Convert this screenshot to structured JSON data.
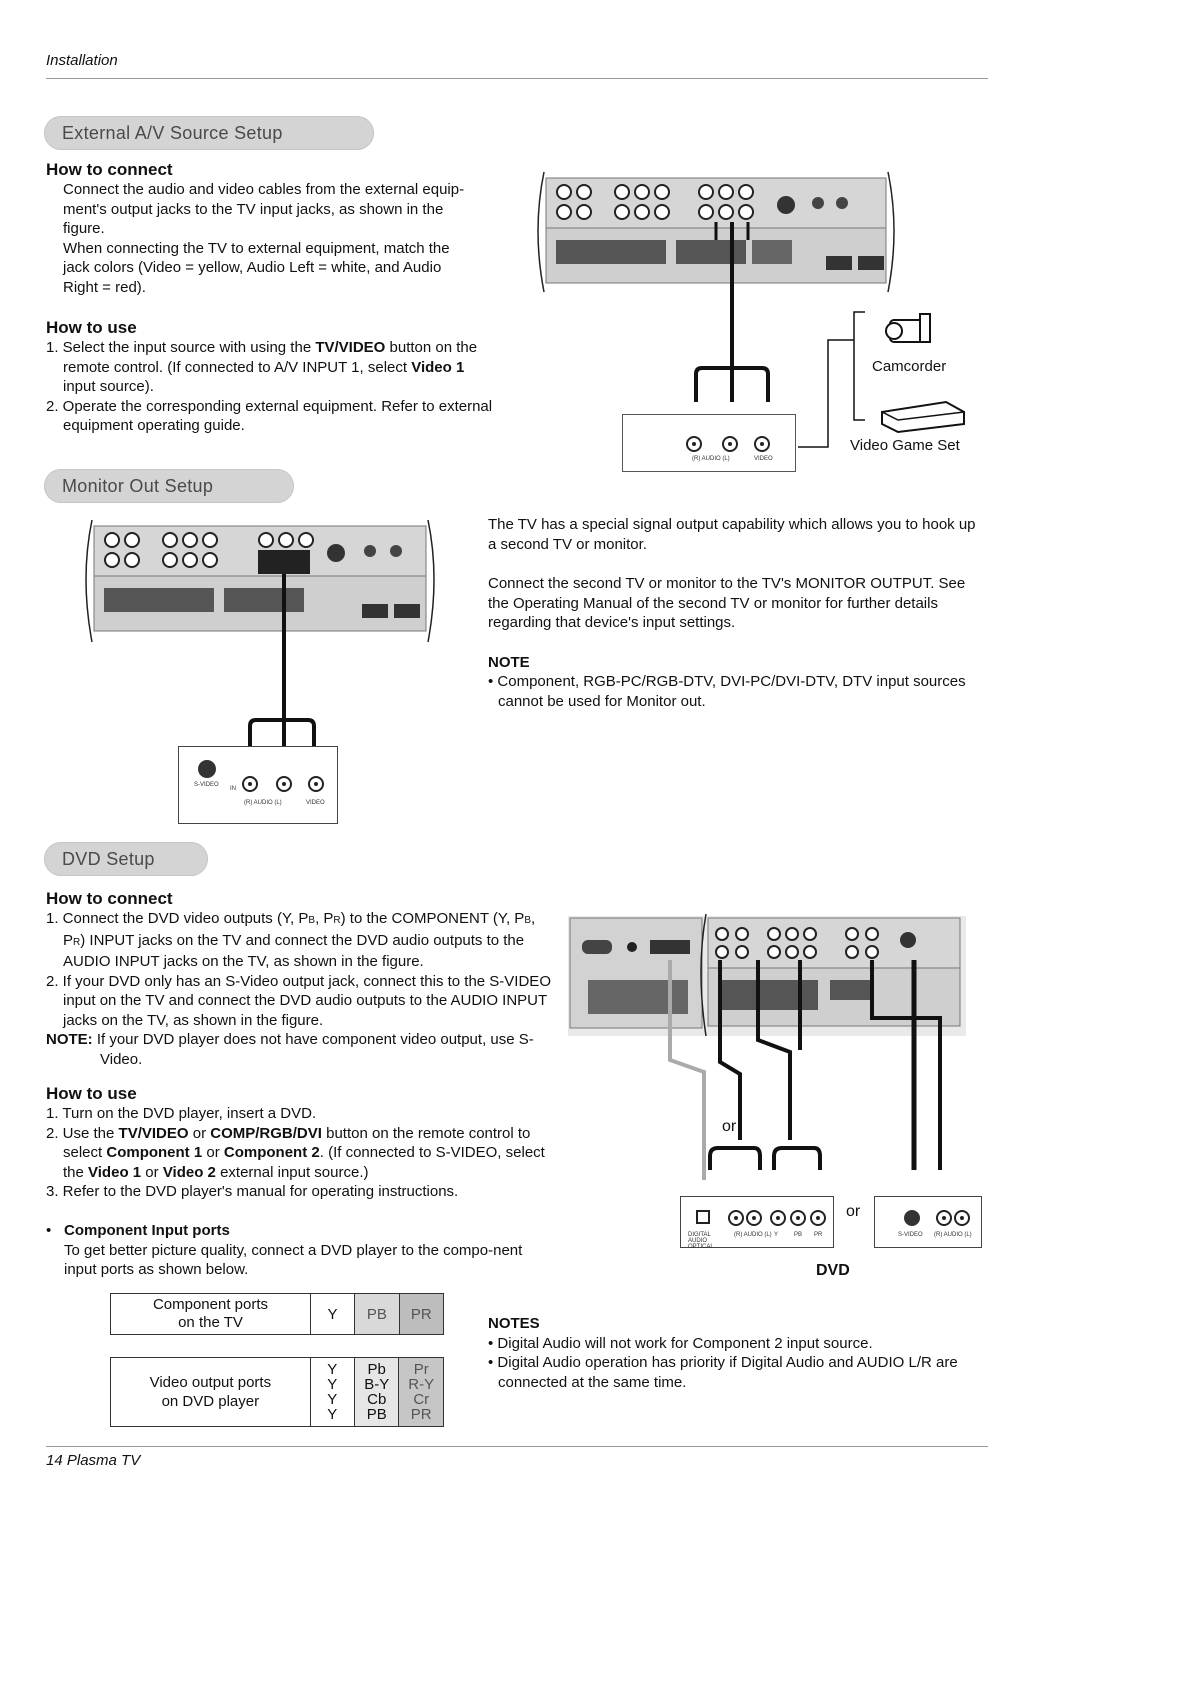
{
  "header": {
    "section": "Installation"
  },
  "external_av": {
    "pill": "External A/V Source Setup",
    "how_to_connect_title": "How to connect",
    "connect_lines": [
      "Connect the audio and video cables from the external equip-",
      "ment's output jacks to the TV input jacks, as shown in the",
      "figure.",
      "When connecting the TV to external equipment, match the",
      "jack colors (Video = yellow, Audio Left = white, and Audio",
      "Right = red)."
    ],
    "how_to_use_title": "How to use",
    "use_step1_pre": "1. Select the input source with using the ",
    "use_step1_b1": "TV/VIDEO",
    "use_step1_mid": " button on the remote control. (If connected to A/V INPUT 1, select ",
    "use_step1_b2": "Video 1",
    "use_step1_post": " input source).",
    "use_step2": "2. Operate the corresponding external equipment. Refer to external equipment operating guide.",
    "camcorder_label": "Camcorder",
    "game_label": "Video Game Set",
    "box_labels": [
      "(R) AUDIO (L)",
      "VIDEO"
    ]
  },
  "monitor_out": {
    "pill": "Monitor Out Setup",
    "p1": "The TV has a special signal output capability which allows you to hook up a second TV or monitor.",
    "p2": "Connect the second TV or monitor to the TV's MONITOR OUTPUT. See the Operating Manual of the second TV or monitor for further details regarding that device's input settings.",
    "note_title": "NOTE",
    "note": "• Component, RGB-PC/RGB-DTV, DVI-PC/DVI-DTV, DTV input sources cannot be used for Monitor out.",
    "box_labels": {
      "svideo": "S-VIDEO",
      "in": "IN",
      "audio": "(R) AUDIO (L)",
      "video": "VIDEO"
    }
  },
  "dvd": {
    "pill": "DVD Setup",
    "how_to_connect_title": "How to connect",
    "c1a": "1. Connect the DVD video outputs (Y, P",
    "c1_sub_b": "B",
    "c1b": ", P",
    "c1_sub_r": "R",
    "c1c": ") to the COMPONENT (Y, P",
    "c1d": ", P",
    "c1e": ") INPUT jacks  on the TV and connect the DVD audio outputs to the AUDIO INPUT jacks on the TV, as shown in the figure.",
    "c2": "2. If your DVD only has an S-Video output jack, connect this to the S-VIDEO input on the TV and connect the DVD audio outputs to the AUDIO INPUT jacks on the TV, as shown in the figure.",
    "note_label": "NOTE:",
    "note_text": " If your DVD player does not have component video output, use S-Video.",
    "how_to_use_title": "How to use",
    "u1": "1. Turn on the DVD player, insert a DVD.",
    "u2_pre": "2. Use the ",
    "u2_b1": "TV/VIDEO",
    "u2_or1": " or ",
    "u2_b2": "COMP/RGB/DVI",
    "u2_mid": " button on the remote control to select ",
    "u2_b3": "Component 1",
    "u2_or2": " or ",
    "u2_b4": "Component 2",
    "u2_mid2": ".  (If connected to S-VIDEO, select the ",
    "u2_b5": "Video 1",
    "u2_or3": " or ",
    "u2_b6": "Video 2",
    "u2_post": " external input source.)",
    "u3": "3. Refer to the DVD player's manual for operating instructions.",
    "comp_title": "Component Input ports",
    "comp_text": "To get better picture quality, connect a DVD player to the compo-nent input ports as shown below.",
    "or_label": "or",
    "or_label2": "or",
    "dvd_label": "DVD",
    "notes_title": "NOTES",
    "notes": [
      "• Digital Audio will not work for Component 2 input source.",
      "• Digital Audio operation has priority if Digital Audio and AUDIO L/R are connected at the same time."
    ],
    "box_labels": {
      "optical": "DIGITAL AUDIO OPTICAL",
      "audio": "(R) AUDIO (L)",
      "y": "Y",
      "pb": "PB",
      "pr": "PR",
      "svideo": "S-VIDEO",
      "audio2": "(R) AUDIO (L)"
    }
  },
  "ports_table": {
    "tv_label_line1": "Component ports",
    "tv_label_line2": "on the TV",
    "tv_cols": [
      "Y",
      "PB",
      "PR"
    ],
    "dvd_label_line1": "Video output ports",
    "dvd_label_line2": "on DVD player",
    "dvd_rows": [
      [
        "Y",
        "Pb",
        "Pr"
      ],
      [
        "Y",
        "B-Y",
        "R-Y"
      ],
      [
        "Y",
        "Cb",
        "Cr"
      ],
      [
        "Y",
        "PB",
        "PR"
      ]
    ]
  },
  "footer": {
    "page": "14  Plasma TV"
  }
}
